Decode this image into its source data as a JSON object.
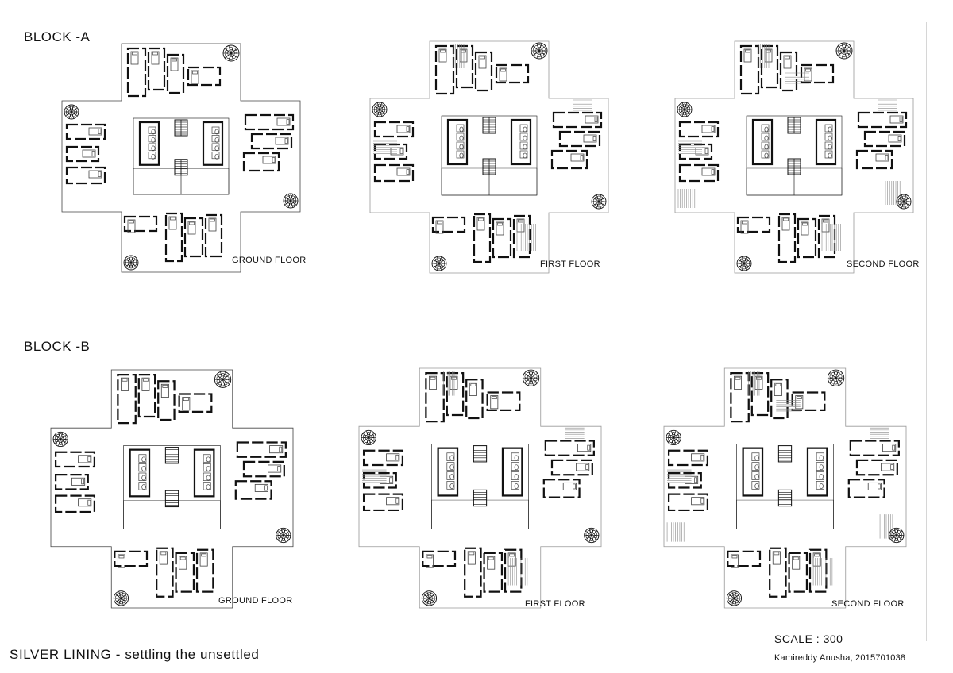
{
  "blocks": [
    {
      "title": "BLOCK -A",
      "floors": [
        {
          "label": "GROUND FLOOR",
          "variant": "ground"
        },
        {
          "label": "FIRST FLOOR",
          "variant": "first"
        },
        {
          "label": "SECOND FLOOR",
          "variant": "second"
        }
      ]
    },
    {
      "title": "BLOCK -B",
      "floors": [
        {
          "label": "GROUND FLOOR",
          "variant": "ground"
        },
        {
          "label": "FIRST FLOOR",
          "variant": "first"
        },
        {
          "label": "SECOND FLOOR",
          "variant": "second"
        }
      ]
    }
  ],
  "footer": {
    "title": "SILVER LINING - settling the unsettled",
    "scale": "SCALE : 300",
    "author": "Kamireddy Anusha, 2015701038"
  },
  "colors": {
    "ink": "#111111",
    "line": "#444444",
    "hatch": "#888888",
    "paper": "#ffffff"
  },
  "icons": [
    "tree-icon",
    "stair-icon",
    "bed-icon",
    "toilet-icon"
  ]
}
